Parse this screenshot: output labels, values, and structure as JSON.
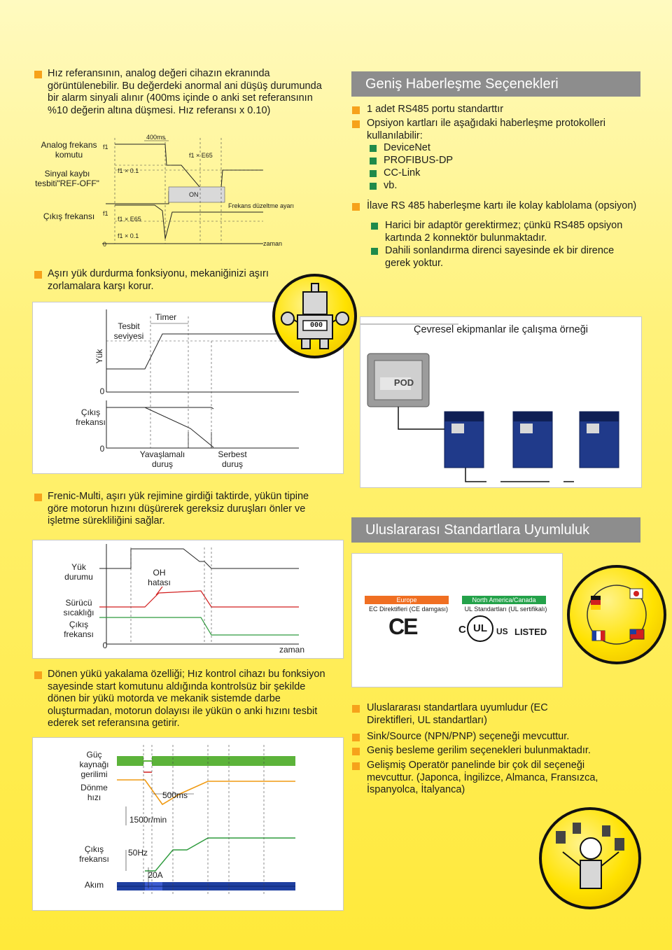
{
  "colors": {
    "bullet": "#f6a21b",
    "sub_bullet": "#1f8a4a",
    "header_bg": "#8d8d8d",
    "green_line": "#2e9b3d",
    "red_line": "#d21f1f",
    "orange_line": "#f09a12",
    "blue_fill": "#1f3fa0"
  },
  "left": {
    "para1": "Hız referansının, analog değeri cihazın ekranında görüntülenebilir. Bu değerdeki anormal ani düşüş durumunda bir alarm sinyali alınır (400ms içinde o anki set referansının %10 değerin altına düşmesi. Hız referansı x 0.10)",
    "d1": {
      "analog_cmd": "Analog frekans komutu",
      "signal_loss": "Sinyal kaybı tesbiti\"REF-OFF\"",
      "output_freq": "Çıkış frekansı",
      "f1_a": "f1",
      "f1_b": "f1",
      "zero": "0",
      "f1x01_a": "f1 × 0.1",
      "f1x01_b": "f1 × 0.1",
      "f1xE65_a": "f1 × E65",
      "f1xE65_b": "f1 × E65",
      "t400": "400ms",
      "on": "ON",
      "adjust": "Frekans düzeltme ayarı",
      "time": "zaman"
    },
    "para2": "Aşırı yük durdurma fonksiyonu, mekaniğinizi aşırı zorlamalara karşı korur.",
    "d2": {
      "timer": "Timer",
      "detect": "Tesbit seviyesi",
      "load": "Yük",
      "zero_a": "0",
      "output_freq": "Çıkış frekansı",
      "zero_b": "0",
      "decel": "Yavaşlamalı duruş",
      "free": "Serbest duruş"
    },
    "para3": "Frenic-Multi, aşırı yük rejimine girdiği taktirde, yükün tipine göre motorun hızını düşürerek gereksiz duruşları önler ve işletme sürekliliğini sağlar.",
    "d3": {
      "load_state": "Yük durumu",
      "oh": "OH hatası",
      "drive_temp": "Sürücü sıcaklığı",
      "output_freq": "Çıkış frekansı",
      "zero": "0",
      "time": "zaman"
    },
    "para4": "Dönen yükü yakalama özelliği; Hız kontrol cihazı bu fonksiyon sayesinde start komutunu aldığında kontrolsüz bir şekilde dönen bir yükü motorda ve mekanik sistemde darbe oluşturmadan, motorun dolayısı ile yükün o anki hızını tesbit ederek set referansına getirir.",
    "d4": {
      "power": "Güç kaynağı gerilimi",
      "rot_speed": "Dönme hızı",
      "ms500": "500ms",
      "rpm": "1500r/min",
      "output_freq": "Çıkış frekansı",
      "hz": "50Hz",
      "current": "Akım",
      "amp": "20A"
    }
  },
  "right": {
    "header1": "Geniş Haberleşme Seçenekleri",
    "b1": "1 adet RS485 portu standarttır",
    "b2": "Opsiyon kartları ile aşağıdaki haberleşme protokolleri kullanılabilir:",
    "protocols": [
      "DeviceNet",
      "PROFIBUS-DP",
      "CC-Link",
      "vb."
    ],
    "b3": "İlave RS 485 haberleşme kartı ile kolay kablolama (opsiyon)",
    "sub1": "Harici bir adaptör gerektirmez; çünkü RS485 opsiyon kartında 2 konnektör bulunmaktadır.",
    "sub2": "Dahili sonlandırma direnci sayesinde ek bir dirence gerek yoktur.",
    "robot_display": "000",
    "equip_title": "Çevresel ekipmanlar ile çalışma örneği",
    "pod": "POD",
    "header2": "Uluslararası Standartlara Uyumluluk",
    "eu_tag": "Europe",
    "eu_desc": "EC Direktifleri (CE damgası)",
    "eu_mark": "CE",
    "na_tag": "North America/Canada",
    "na_desc": "UL Standartları (UL sertifikalı)",
    "ul_c": "C",
    "ul_mark": "UL",
    "ul_us": "US",
    "ul_listed": "LISTED",
    "bullets": [
      "Uluslararası standartlara uyumludur (EC Direktifleri, UL standartları)",
      "Sink/Source (NPN/PNP) seçeneği mevcuttur.",
      "Geniş besleme gerilim seçenekleri bulunmaktadır.",
      "Gelişmiş Operatör panelinde bir çok dil seçeneği mevcuttur. (Japonca, İngilizce, Almanca, Fransızca, İspanyolca, İtalyanca)"
    ]
  }
}
